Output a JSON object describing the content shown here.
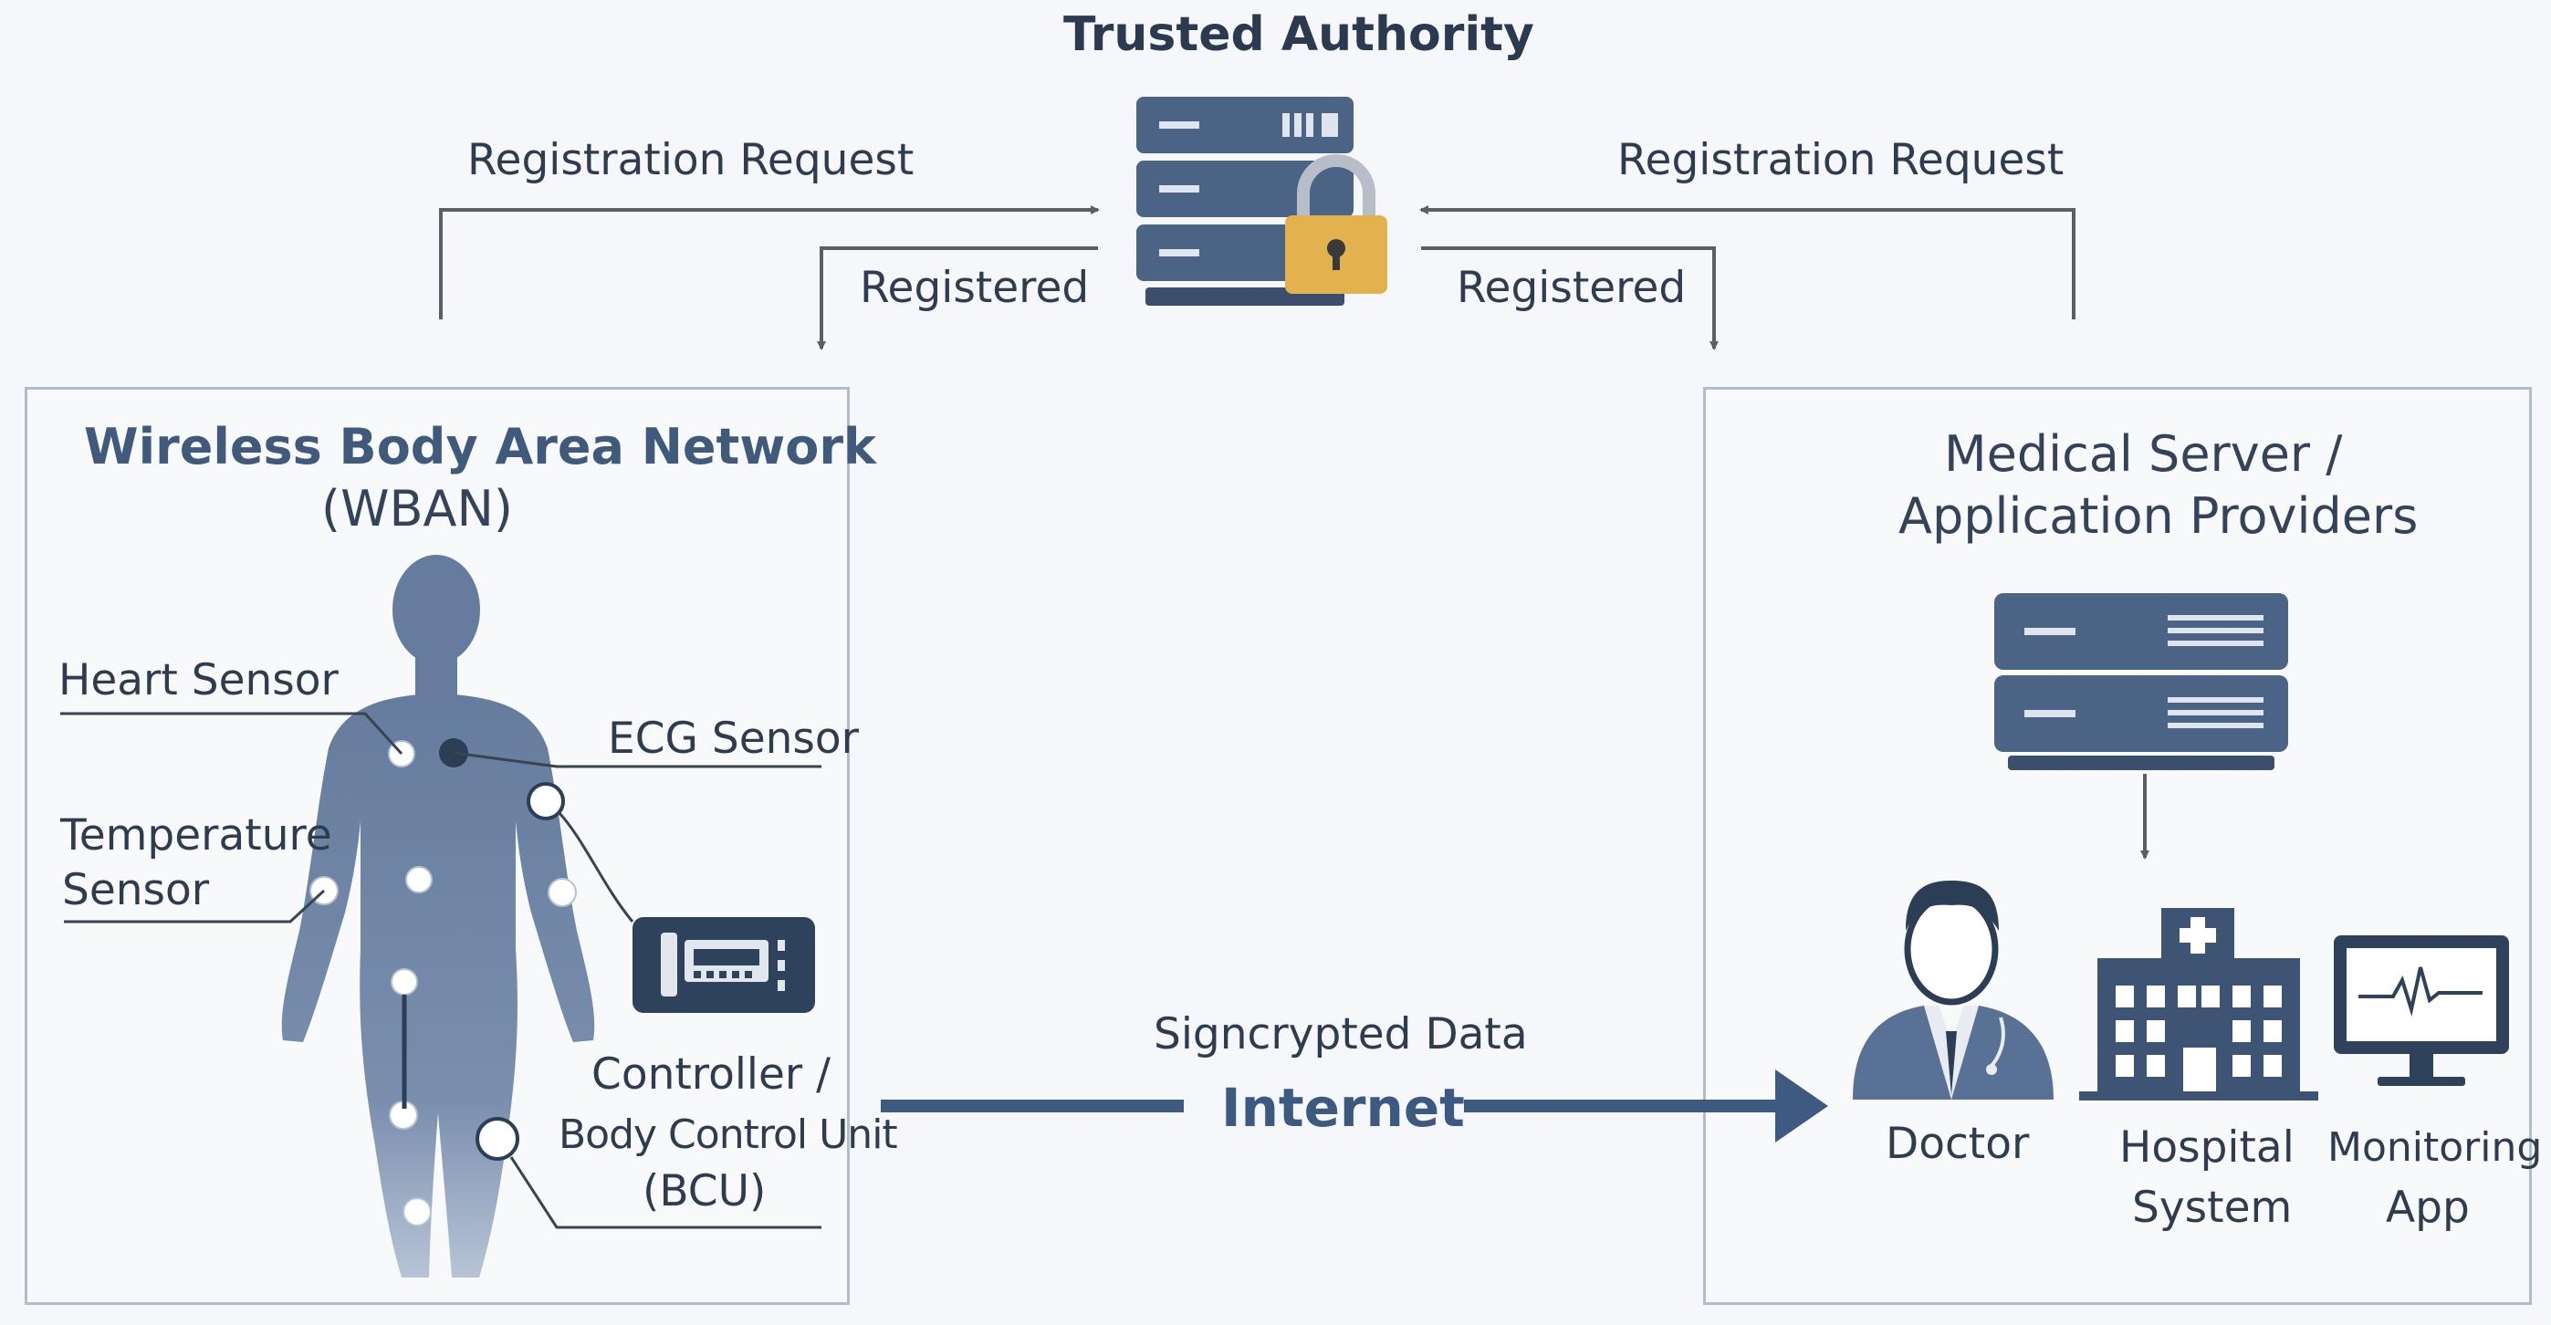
{
  "title": "Trusted Authority",
  "left_links": {
    "request": "Registration Request",
    "registered": "Registered"
  },
  "right_links": {
    "request": "Registration Request",
    "registered": "Registered"
  },
  "wban": {
    "title": "Wireless Body Area Network",
    "subtitle": "(WBAN)",
    "labels": {
      "heart": "Heart Sensor",
      "ecg": "ECG Sensor",
      "temp_line1": "Temperature",
      "temp_line2": "Sensor",
      "bcu_line1": "Controller /",
      "bcu_line2": "Body Control Unit",
      "bcu_line3": "(BCU)"
    }
  },
  "network": {
    "top": "Signcrypted Data",
    "main": "Internet"
  },
  "server_panel": {
    "title_line1": "Medical Server /",
    "title_line2": "Application Providers",
    "endpoints": {
      "doctor": "Doctor",
      "hospital_line1": "Hospital",
      "hospital_line2": "System",
      "monitoring_line1": "Monitoring",
      "monitoring_line2": "App"
    }
  },
  "colors": {
    "navy": "#3d5475",
    "gold": "#e3b24f",
    "arrow": "#5a5f66"
  }
}
